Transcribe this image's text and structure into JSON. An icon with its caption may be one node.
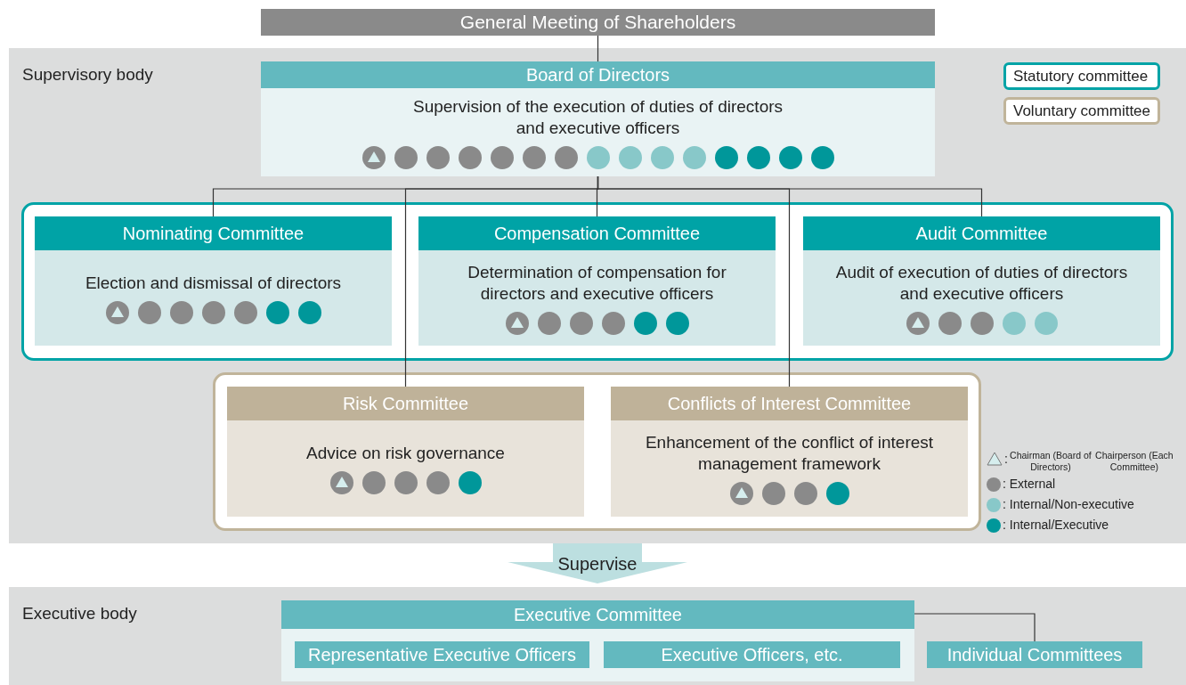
{
  "diagram": {
    "nodes": [
      {
        "text": [
          "General Meeting of Shareholders"
        ]
      },
      {
        "text": [
          "Supervisory body"
        ]
      },
      {
        "text": [
          "Board of Directors",
          "Supervision of the execution of duties of directors and executive officers"
        ],
        "in": 1
      },
      {
        "text": [],
        "shape": "box",
        "in": 1
      },
      {
        "text": [
          "Nominating Committee",
          "Election and dismissal of directors"
        ],
        "in": 3
      },
      {
        "text": [
          "Compensation Committee",
          "Determination of compensation for directors and executive officers"
        ],
        "in": 3
      },
      {
        "text": [
          "Audit Committee",
          "Audit of execution of duties of directors and executive officers"
        ],
        "in": 3
      },
      {
        "text": [],
        "shape": "box",
        "in": 1
      },
      {
        "text": [
          "Risk Committee",
          "Advice on risk governance"
        ],
        "in": 7
      },
      {
        "text": [
          "Conflicts of Interest Committee",
          "Enhancement of the conflict of interest management framework"
        ],
        "in": 7
      },
      {
        "text": [
          "Executive body"
        ]
      },
      {
        "text": [
          "Executive Committee"
        ],
        "in": 10
      },
      {
        "text": [
          "Representative Executive Officers"
        ],
        "in": 11
      },
      {
        "text": [
          "Executive Officers, etc."
        ],
        "in": 11
      },
      {
        "text": [
          "Individual Committees"
        ],
        "in": 10
      }
    ],
    "edges": [
      {
        "from": 0,
        "to": 2,
        "arrow": "none"
      },
      {
        "from": 2,
        "to": 4,
        "arrow": "none"
      },
      {
        "from": 2,
        "to": 5,
        "arrow": "none"
      },
      {
        "from": 2,
        "to": 6,
        "arrow": "none"
      },
      {
        "from": 2,
        "to": 8,
        "arrow": "none"
      },
      {
        "from": 2,
        "to": 9,
        "arrow": "none"
      },
      {
        "from": 1,
        "to": 10,
        "arrow": "to",
        "label": "Supervise",
        "style": "thick",
        "color": "#bcdfe0"
      },
      {
        "from": 11,
        "to": 14,
        "arrow": "none"
      }
    ],
    "labels": [
      ":"
    ],
    "legend": [
      {
        "text": "Statutory committee"
      },
      {
        "text": "Voluntary committee"
      },
      {
        "text": "Chairman (Board of Directors)"
      },
      {
        "text": "Chairperson (Each Committee)"
      },
      {
        "text": ": External",
        "color": "#8a8a8a"
      },
      {
        "text": ": Internal/Non-executive",
        "color": "#88c8c9"
      },
      {
        "text": ": Internal/Executive",
        "color": "#00979a"
      }
    ]
  }
}
